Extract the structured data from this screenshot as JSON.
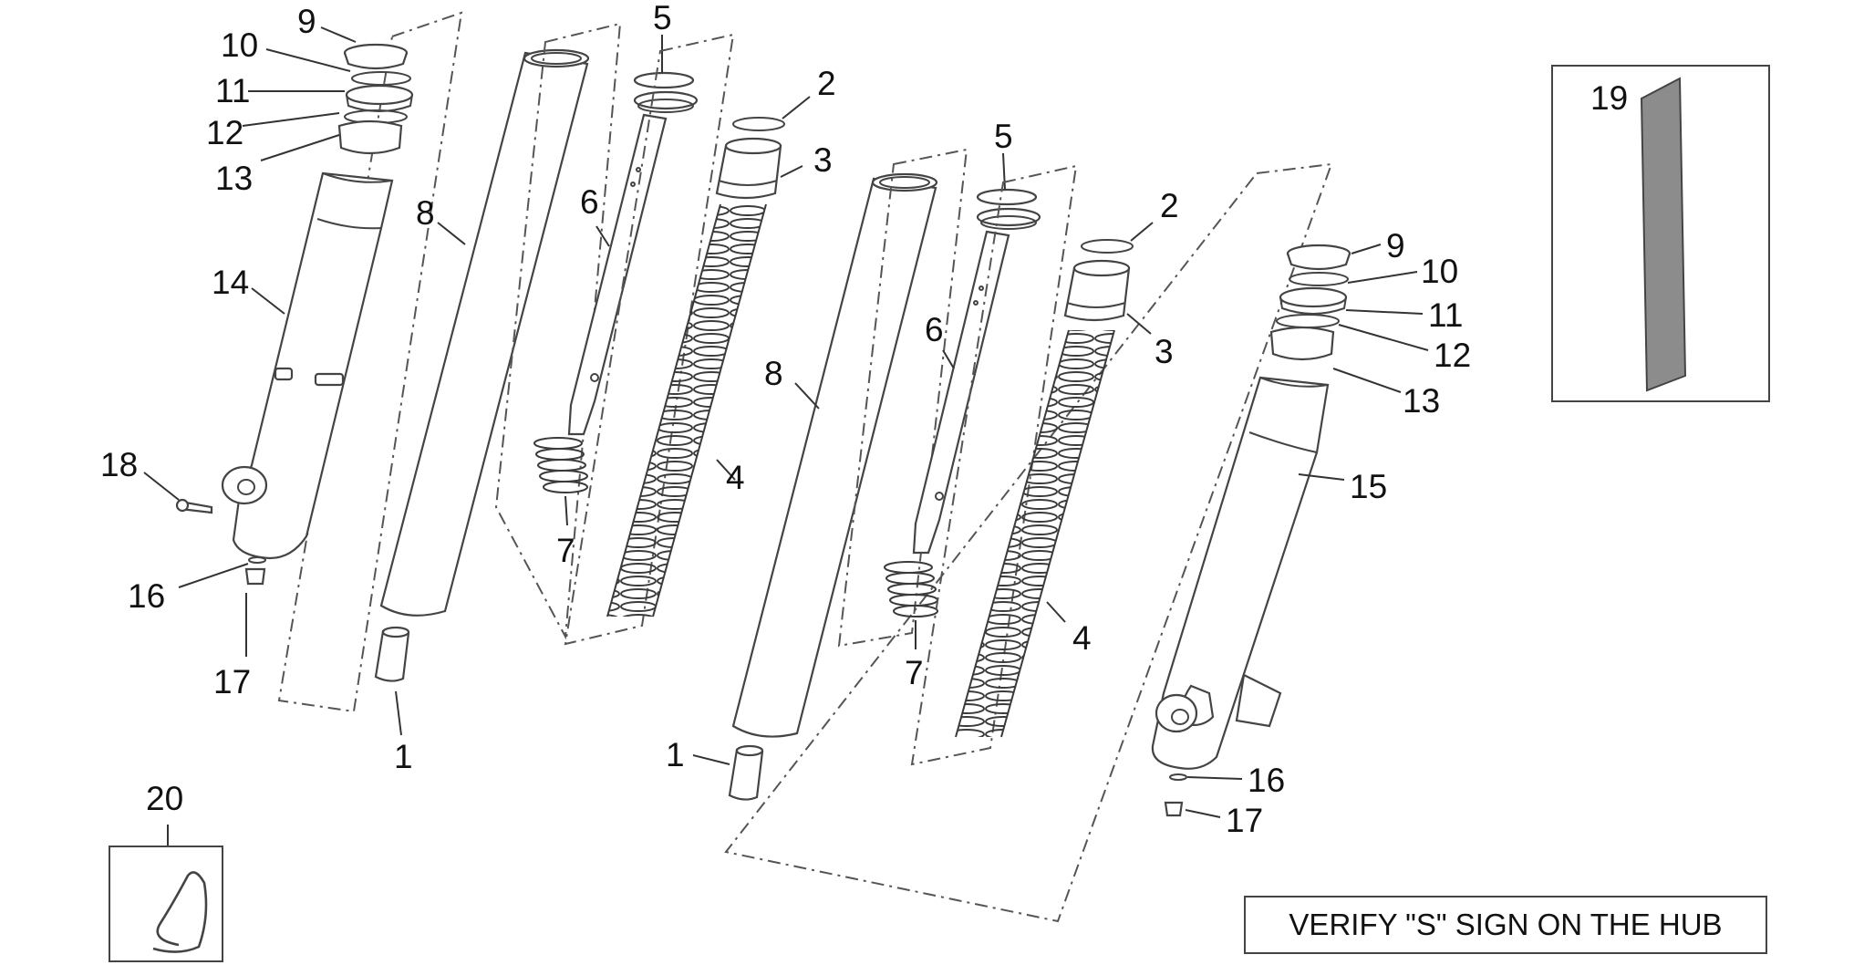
{
  "labels": {
    "l_9a": "9",
    "l_10a": "10",
    "l_11a": "11",
    "l_12a": "12",
    "l_13a": "13",
    "l_14": "14",
    "l_18": "18",
    "l_16a": "16",
    "l_17a": "17",
    "l_8a": "8",
    "l_1a": "1",
    "l_5a": "5",
    "l_6a": "6",
    "l_7a": "7",
    "l_2a": "2",
    "l_3a": "3",
    "l_4a": "4",
    "l_8b": "8",
    "l_1b": "1",
    "l_5b": "5",
    "l_6b": "6",
    "l_7b": "7",
    "l_2b": "2",
    "l_3b": "3",
    "l_4b": "4",
    "l_9b": "9",
    "l_10b": "10",
    "l_11b": "11",
    "l_12b": "12",
    "l_13b": "13",
    "l_15": "15",
    "l_16b": "16",
    "l_17b": "17",
    "l_19": "19",
    "l_20": "20"
  },
  "note": "VERIFY \"S\" SIGN ON THE HUB"
}
